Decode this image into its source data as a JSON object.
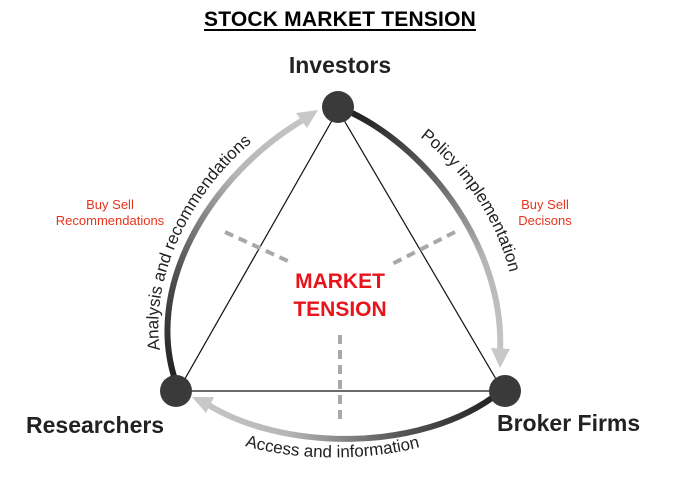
{
  "title": "STOCK MARKET TENSION",
  "nodes": {
    "investors": "Investors",
    "researchers": "Researchers",
    "broker_firms": "Broker Firms"
  },
  "edges": {
    "left": "Analysis and recommendations",
    "right": "Policy implementation",
    "bottom": "Access and information"
  },
  "notes": {
    "left_line1": "Buy Sell",
    "left_line2": "Recommendations",
    "right_line1": "Buy Sell",
    "right_line2": "Decisons"
  },
  "center": {
    "line1": "MARKET",
    "line2": "TENSION"
  },
  "colors": {
    "node": "#3a3a3a",
    "arrow_gray": "#b8b8b8",
    "arrow_dark": "#2a2a2a",
    "red": "#e8141c",
    "note_red": "#e8341c"
  }
}
